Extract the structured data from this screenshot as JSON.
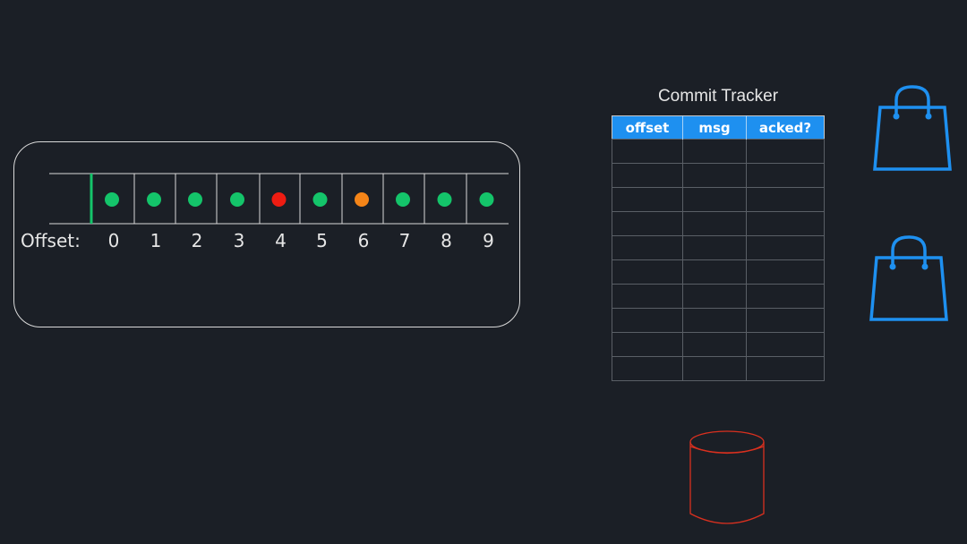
{
  "partition": {
    "offset_label": "Offset:",
    "committed_after_offset": 0,
    "messages": [
      {
        "offset": "0",
        "status": "acked"
      },
      {
        "offset": "1",
        "status": "acked"
      },
      {
        "offset": "2",
        "status": "acked"
      },
      {
        "offset": "3",
        "status": "acked"
      },
      {
        "offset": "4",
        "status": "failed"
      },
      {
        "offset": "5",
        "status": "acked"
      },
      {
        "offset": "6",
        "status": "pending"
      },
      {
        "offset": "7",
        "status": "acked"
      },
      {
        "offset": "8",
        "status": "acked"
      },
      {
        "offset": "9",
        "status": "acked"
      }
    ],
    "colors": {
      "acked": "#14c46a",
      "failed": "#ee1c12",
      "pending": "#f58518",
      "committed_marker": "#14c46a"
    }
  },
  "tracker": {
    "title": "Commit Tracker",
    "columns": [
      "offset",
      "msg",
      "acked?"
    ],
    "header_color": "#1e90f0",
    "rows": [
      [
        "",
        "",
        ""
      ],
      [
        "",
        "",
        ""
      ],
      [
        "",
        "",
        ""
      ],
      [
        "",
        "",
        ""
      ],
      [
        "",
        "",
        ""
      ],
      [
        "",
        "",
        ""
      ],
      [
        "",
        "",
        ""
      ],
      [
        "",
        "",
        ""
      ],
      [
        "",
        "",
        ""
      ],
      [
        "",
        "",
        ""
      ]
    ]
  },
  "icons": {
    "consumers": [
      "shopping-bag-icon",
      "shopping-bag-icon"
    ],
    "consumer_color": "#1e90f0",
    "database": "database-cylinder-icon",
    "database_color": "#d9301f"
  }
}
